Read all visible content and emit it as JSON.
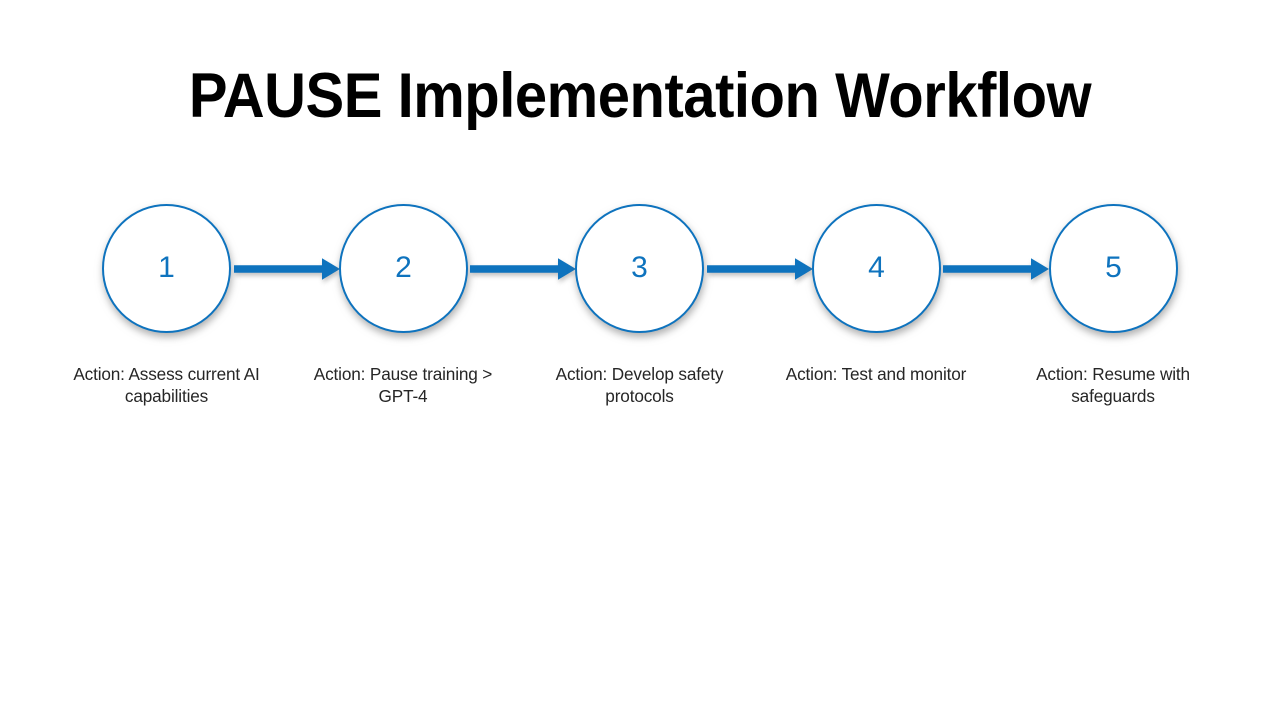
{
  "slide": {
    "background_color": "#FFFFFF",
    "title": "PAUSE Implementation Workflow",
    "accent_color": "#0E73BE",
    "text_color": "#262626"
  },
  "flow": {
    "steps": [
      {
        "number": "1",
        "caption": "Action: Assess current AI capabilities"
      },
      {
        "number": "2",
        "caption": "Action: Pause training > GPT-4"
      },
      {
        "number": "3",
        "caption": "Action: Develop safety protocols"
      },
      {
        "number": "4",
        "caption": "Action: Test and monitor"
      },
      {
        "number": "5",
        "caption": "Action: Resume with safeguards"
      }
    ],
    "connectors": [
      {
        "from": "1",
        "to": "2",
        "icon": "arrow-right-icon"
      },
      {
        "from": "2",
        "to": "3",
        "icon": "arrow-right-icon"
      },
      {
        "from": "3",
        "to": "4",
        "icon": "arrow-right-icon"
      },
      {
        "from": "4",
        "to": "5",
        "icon": "arrow-right-icon"
      }
    ]
  }
}
